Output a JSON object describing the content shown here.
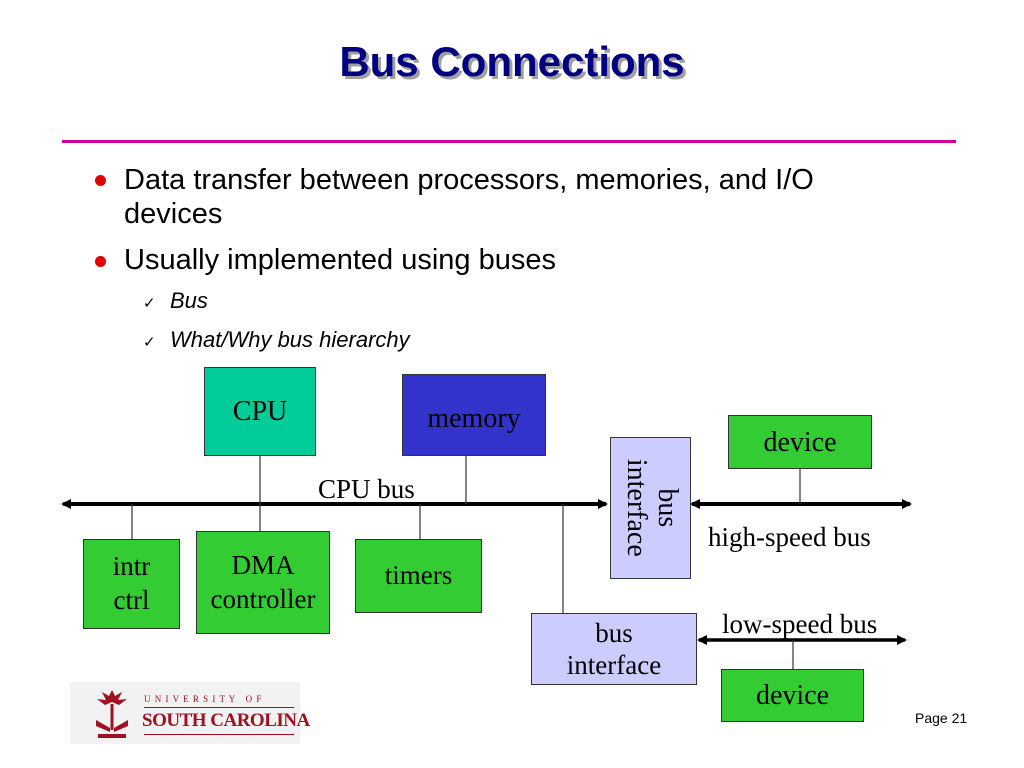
{
  "slide": {
    "title": "Bus Connections",
    "bullets": [
      {
        "line1": "Data transfer between processors, memories, and I/O",
        "line2": "devices"
      },
      {
        "line1": "Usually implemented using buses"
      }
    ],
    "subbullets": [
      "Bus",
      "What/Why bus hierarchy"
    ],
    "check_glyph": "✓",
    "page_label": "Page 21"
  },
  "diagram": {
    "cpu": "CPU",
    "memory": "memory",
    "device_high": "device",
    "bus_interface_vertical": {
      "line1": "bus",
      "line2": "interface"
    },
    "cpu_bus_label": "CPU bus",
    "high_speed_label": "high-speed bus",
    "intr_ctrl": {
      "line1": "intr",
      "line2": "ctrl"
    },
    "dma": {
      "line1": "DMA",
      "line2": "controller"
    },
    "timers": "timers",
    "bus_interface_low": {
      "line1": "bus",
      "line2": "interface"
    },
    "low_speed_label": "low-speed bus",
    "device_low": "device"
  },
  "logo": {
    "line1": "U N I V E R S I T Y   O F",
    "line2": "SOUTH CAROLINA"
  },
  "colors": {
    "title": "#000080",
    "rule": "#cc0099",
    "bullet_dot": "#e00000",
    "cpu_fill": "#00cc99",
    "memory_fill": "#3333cc",
    "device_fill": "#33cc33",
    "interface_fill": "#ccccff",
    "logo_red": "#a01020"
  }
}
